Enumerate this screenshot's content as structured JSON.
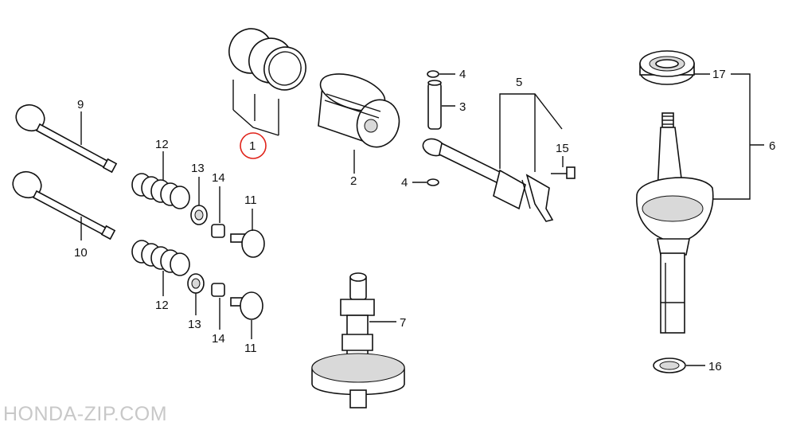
{
  "watermark": "HONDA-ZIP.COM",
  "highlight_color": "#e0241b",
  "callouts": {
    "c1": "1",
    "c2": "2",
    "c3": "3",
    "c4a": "4",
    "c4b": "4",
    "c5": "5",
    "c6": "6",
    "c7": "7",
    "c9": "9",
    "c10": "10",
    "c11a": "11",
    "c11b": "11",
    "c12a": "12",
    "c12b": "12",
    "c13a": "13",
    "c13b": "13",
    "c14a": "14",
    "c14b": "14",
    "c15": "15",
    "c16": "16",
    "c17": "17"
  }
}
